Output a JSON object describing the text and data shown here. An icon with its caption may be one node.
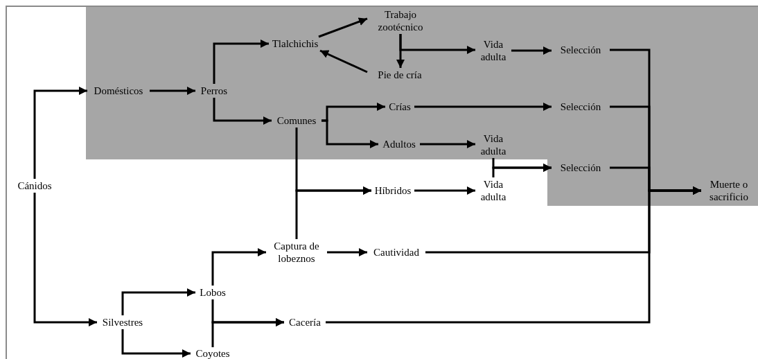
{
  "diagram": {
    "nodes": [
      {
        "text": [
          "Cánidos"
        ]
      },
      {
        "text": [
          "Domésticos"
        ]
      },
      {
        "text": [
          "Perros"
        ]
      },
      {
        "text": [
          "Tlalchichis"
        ]
      },
      {
        "text": [
          "Trabajo zootécnico"
        ]
      },
      {
        "text": [
          "Pie de cría"
        ]
      },
      {
        "text": [
          "Vida adulta"
        ]
      },
      {
        "text": [
          "Selección"
        ]
      },
      {
        "text": [
          "Comunes"
        ]
      },
      {
        "text": [
          "Crías"
        ]
      },
      {
        "text": [
          "Selección"
        ]
      },
      {
        "text": [
          "Adultos"
        ]
      },
      {
        "text": [
          "Vida adulta"
        ]
      },
      {
        "text": [
          "Híbridos"
        ]
      },
      {
        "text": [
          "Vida adulta"
        ]
      },
      {
        "text": [
          "Selección"
        ]
      },
      {
        "text": [
          "Muerte o sacrificio"
        ]
      },
      {
        "text": [
          "Captura de lobeznos"
        ]
      },
      {
        "text": [
          "Cautividad"
        ]
      },
      {
        "text": [
          "Lobos"
        ]
      },
      {
        "text": [
          "Silvestres"
        ]
      },
      {
        "text": [
          "Cacería"
        ]
      },
      {
        "text": [
          "Coyotes"
        ]
      }
    ],
    "edges": [
      {
        "from": 0,
        "to": 1,
        "arrow": "to"
      },
      {
        "from": 0,
        "to": 20,
        "arrow": "to"
      },
      {
        "from": 1,
        "to": 2,
        "arrow": "to"
      },
      {
        "from": 2,
        "to": 3,
        "arrow": "to"
      },
      {
        "from": 2,
        "to": 8,
        "arrow": "to"
      },
      {
        "from": 3,
        "to": 4,
        "arrow": "to"
      },
      {
        "from": 5,
        "to": 3,
        "arrow": "to"
      },
      {
        "from": 4,
        "to": 5,
        "arrow": "to"
      },
      {
        "from": 4,
        "to": 6,
        "arrow": "to"
      },
      {
        "from": 6,
        "to": 7,
        "arrow": "to"
      },
      {
        "from": 7,
        "to": 16,
        "arrow": "to"
      },
      {
        "from": 8,
        "to": 9,
        "arrow": "to"
      },
      {
        "from": 8,
        "to": 11,
        "arrow": "to"
      },
      {
        "from": 8,
        "to": 13,
        "arrow": "to"
      },
      {
        "from": 9,
        "to": 10,
        "arrow": "to"
      },
      {
        "from": 10,
        "to": 16,
        "arrow": "to"
      },
      {
        "from": 11,
        "to": 12,
        "arrow": "to"
      },
      {
        "from": 12,
        "to": 15,
        "arrow": "to"
      },
      {
        "from": 13,
        "to": 14,
        "arrow": "to"
      },
      {
        "from": 14,
        "to": 15,
        "arrow": "to"
      },
      {
        "from": 15,
        "to": 16,
        "arrow": "to"
      },
      {
        "from": 17,
        "to": 13,
        "arrow": "to"
      },
      {
        "from": 17,
        "to": 18,
        "arrow": "to"
      },
      {
        "from": 18,
        "to": 16,
        "arrow": "to"
      },
      {
        "from": 19,
        "to": 17,
        "arrow": "to"
      },
      {
        "from": 19,
        "to": 21,
        "arrow": "to"
      },
      {
        "from": 22,
        "to": 21,
        "arrow": "to"
      },
      {
        "from": 21,
        "to": 16,
        "arrow": "to"
      },
      {
        "from": 20,
        "to": 19,
        "arrow": "to"
      },
      {
        "from": 20,
        "to": 22,
        "arrow": "to"
      }
    ]
  }
}
